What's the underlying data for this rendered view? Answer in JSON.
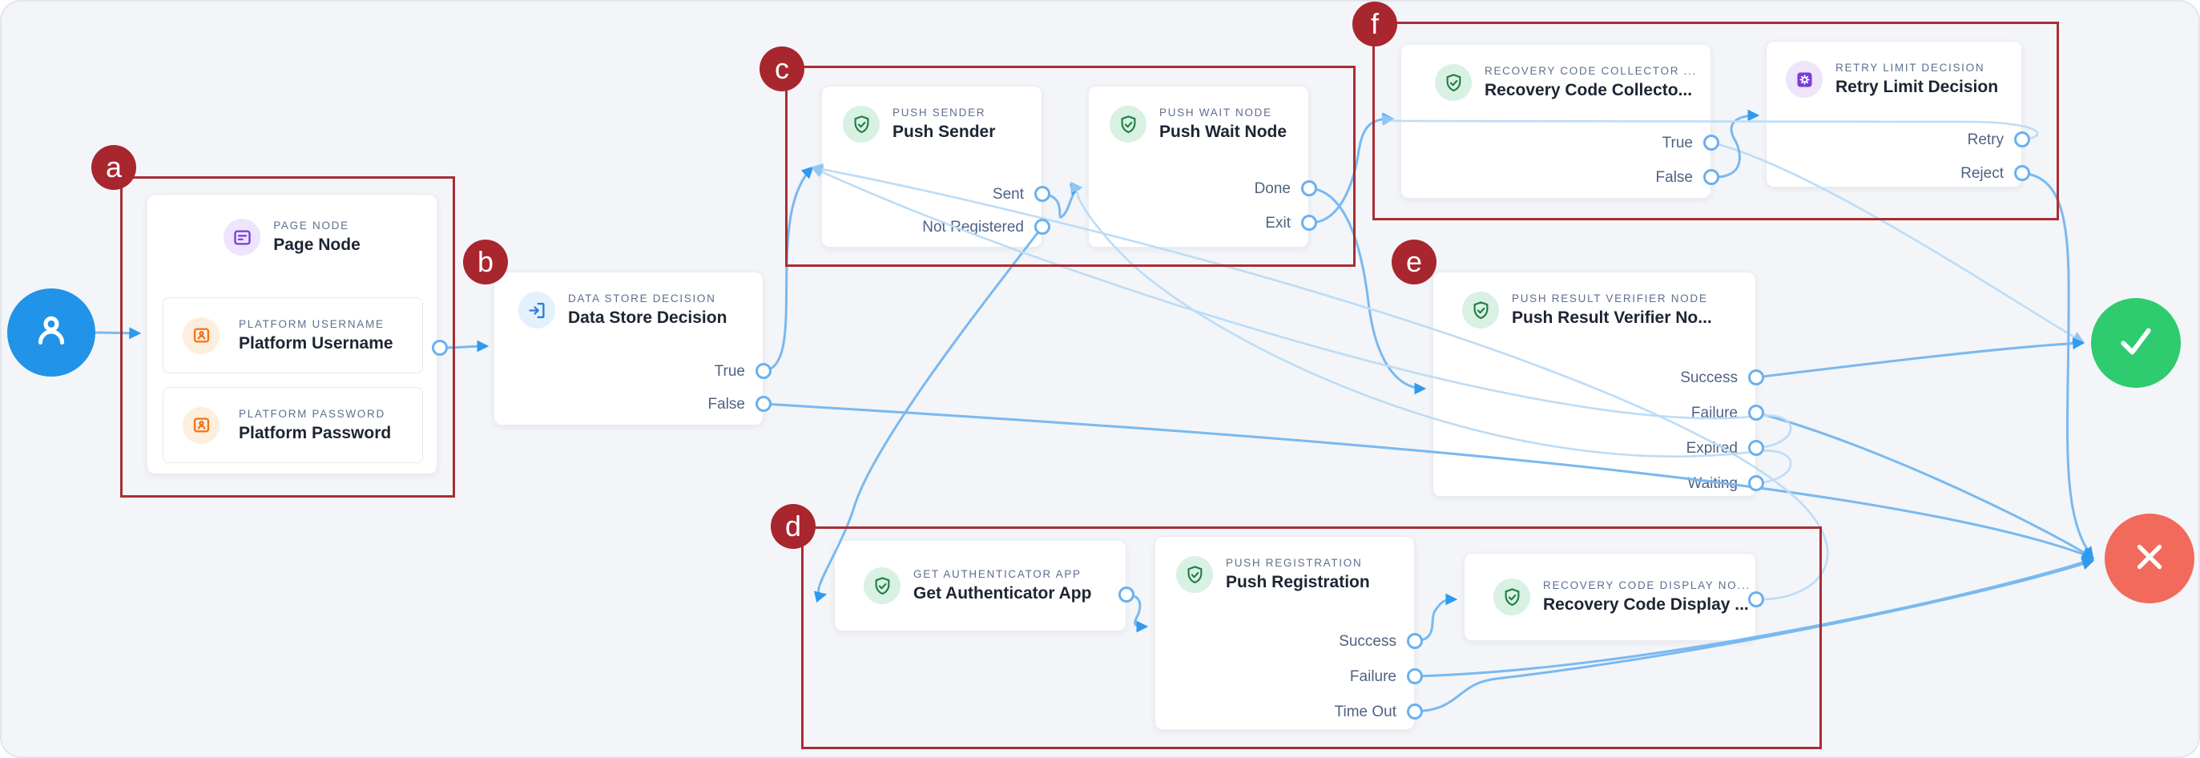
{
  "colors": {
    "canvas_bg": "#f3f5f8",
    "edge": "#79b9f0",
    "edge_light": "#bcdcf7",
    "arrow": "#2f9af0",
    "group_red": "#a82e34",
    "start_blue": "#2193e8",
    "success_green": "#2fcb6f",
    "failure_red": "#f16a5c"
  },
  "groups": [
    {
      "id": "a",
      "label": "a"
    },
    {
      "id": "b",
      "label": "b"
    },
    {
      "id": "c",
      "label": "c"
    },
    {
      "id": "d",
      "label": "d"
    },
    {
      "id": "e",
      "label": "e"
    },
    {
      "id": "f",
      "label": "f"
    }
  ],
  "nodes": {
    "page": {
      "type_label": "PAGE NODE",
      "title": "Page Node",
      "icon": "page-icon",
      "children": [
        {
          "type_label": "PLATFORM USERNAME",
          "title": "Platform Username",
          "icon": "id-badge-icon"
        },
        {
          "type_label": "PLATFORM PASSWORD",
          "title": "Platform Password",
          "icon": "id-badge-icon"
        }
      ]
    },
    "dsd": {
      "type_label": "DATA STORE DECISION",
      "title": "Data Store Decision",
      "icon": "login-icon",
      "outputs": [
        "True",
        "False"
      ]
    },
    "sender": {
      "type_label": "PUSH SENDER",
      "title": "Push Sender",
      "icon": "shield-check-icon",
      "outputs": [
        "Sent",
        "Not Registered"
      ]
    },
    "wait": {
      "type_label": "PUSH WAIT NODE",
      "title": "Push Wait Node",
      "icon": "shield-check-icon",
      "outputs": [
        "Done",
        "Exit"
      ]
    },
    "rcc": {
      "type_label": "RECOVERY CODE COLLECTOR ...",
      "title": "Recovery Code Collecto...",
      "icon": "shield-check-icon",
      "outputs": [
        "True",
        "False"
      ]
    },
    "rld": {
      "type_label": "RETRY LIMIT DECISION",
      "title": "Retry Limit Decision",
      "icon": "gear-icon",
      "outputs": [
        "Retry",
        "Reject"
      ]
    },
    "prv": {
      "type_label": "PUSH RESULT VERIFIER NODE",
      "title": "Push Result Verifier No...",
      "icon": "shield-check-icon",
      "outputs": [
        "Success",
        "Failure",
        "Expired",
        "Waiting"
      ]
    },
    "getapp": {
      "type_label": "GET AUTHENTICATOR APP",
      "title": "Get Authenticator App",
      "icon": "shield-check-icon",
      "outputs": []
    },
    "preg": {
      "type_label": "PUSH REGISTRATION",
      "title": "Push Registration",
      "icon": "shield-check-icon",
      "outputs": [
        "Success",
        "Failure",
        "Time Out"
      ]
    },
    "rcd": {
      "type_label": "RECOVERY CODE DISPLAY NO...",
      "title": "Recovery Code Display ...",
      "icon": "shield-check-icon",
      "outputs": []
    }
  },
  "edges": [
    {
      "from": "start.out",
      "to": "page.in",
      "tone": "normal"
    },
    {
      "from": "page.username.out",
      "to": "dsd.in",
      "tone": "normal"
    },
    {
      "from": "dsd.true",
      "to": "sender.in",
      "tone": "normal"
    },
    {
      "from": "dsd.false",
      "to": "fail.in",
      "tone": "normal"
    },
    {
      "from": "sender.sent",
      "to": "wait.in",
      "tone": "normal"
    },
    {
      "from": "sender.notreg",
      "to": "getapp.in",
      "tone": "normal"
    },
    {
      "from": "wait.done",
      "to": "prv.in",
      "tone": "normal"
    },
    {
      "from": "wait.exit",
      "to": "rcc.in",
      "tone": "normal"
    },
    {
      "from": "rcc.true",
      "to": "success.in",
      "tone": "light"
    },
    {
      "from": "rcc.false",
      "to": "rld.in",
      "tone": "normal"
    },
    {
      "from": "rld.retry",
      "to": "rcc.in",
      "tone": "light"
    },
    {
      "from": "rld.reject",
      "to": "fail.in",
      "tone": "normal"
    },
    {
      "from": "prv.success",
      "to": "success.in",
      "tone": "normal"
    },
    {
      "from": "prv.failure",
      "to": "fail.in",
      "tone": "normal"
    },
    {
      "from": "prv.expired",
      "to": "sender.in",
      "tone": "light"
    },
    {
      "from": "prv.waiting",
      "to": "wait.in",
      "tone": "light"
    },
    {
      "from": "getapp.out",
      "to": "preg.in",
      "tone": "normal"
    },
    {
      "from": "preg.success",
      "to": "rcd.in",
      "tone": "normal"
    },
    {
      "from": "preg.failure",
      "to": "fail.in",
      "tone": "normal"
    },
    {
      "from": "preg.timeout",
      "to": "fail.in",
      "tone": "normal"
    },
    {
      "from": "rcd.out",
      "to": "sender.in",
      "tone": "light"
    }
  ]
}
